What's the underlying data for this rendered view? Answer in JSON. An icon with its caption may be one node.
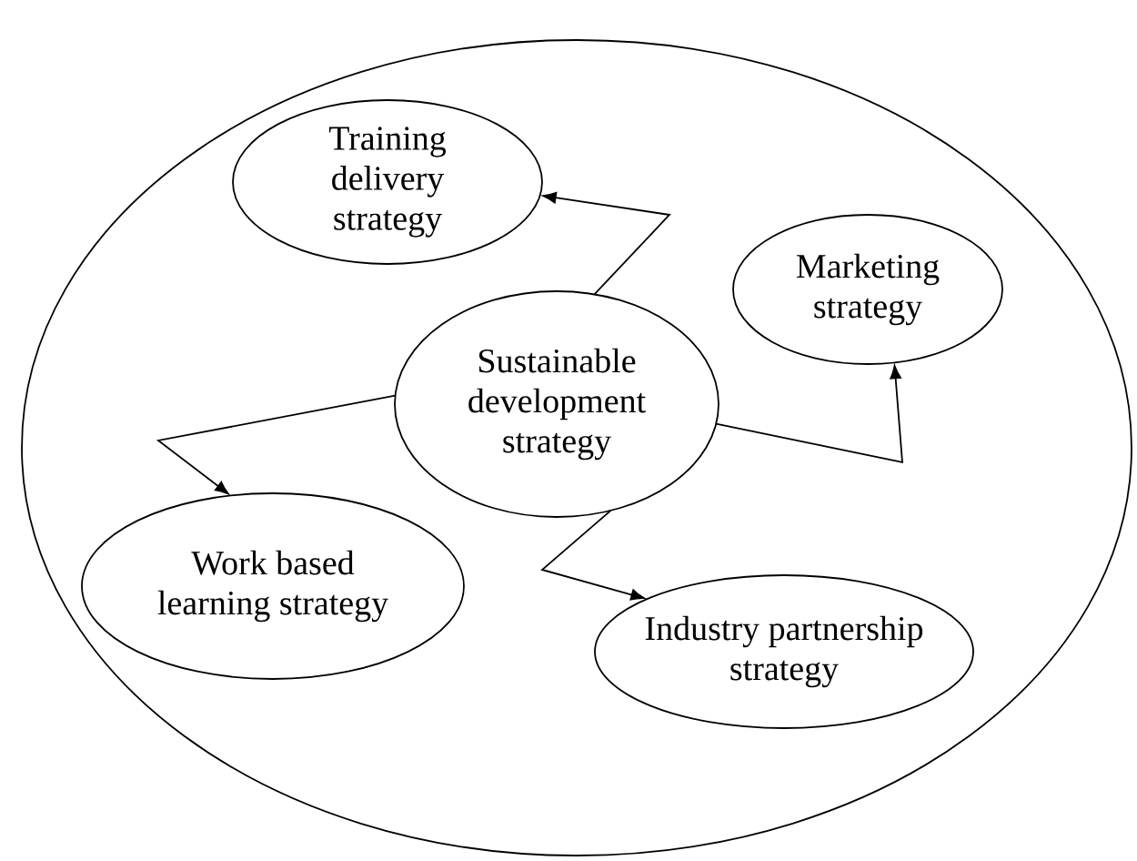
{
  "diagram": {
    "nodes": [
      {
        "text": [],
        "shape": "ellipse"
      },
      {
        "text": [
          "Training delivery strategy"
        ],
        "in": 0
      },
      {
        "text": [
          "Marketing strategy"
        ],
        "in": 0
      },
      {
        "text": [
          "Sustainable development strategy"
        ],
        "in": 0
      },
      {
        "text": [
          "Work based learning strategy"
        ],
        "in": 0
      },
      {
        "text": [
          "Industry partnership strategy"
        ],
        "in": 0
      }
    ],
    "edges": [
      {
        "from": 3,
        "to": 1,
        "arrow": "to"
      },
      {
        "from": 3,
        "to": 2,
        "arrow": "to"
      },
      {
        "from": 3,
        "to": 4,
        "arrow": "to"
      },
      {
        "from": 3,
        "to": 5,
        "arrow": "to"
      }
    ]
  }
}
